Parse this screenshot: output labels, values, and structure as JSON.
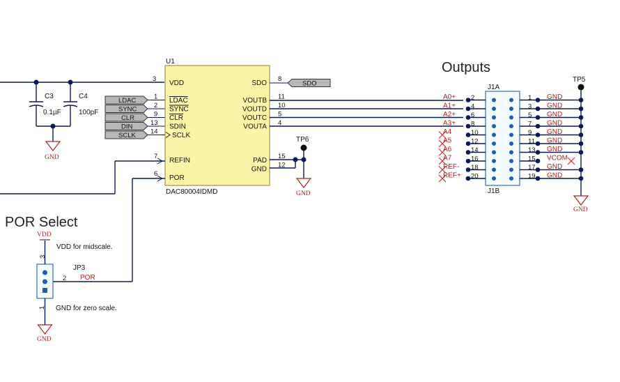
{
  "titles": {
    "outputs": "Outputs",
    "por_select": "POR Select"
  },
  "u1": {
    "refdes": "U1",
    "part": "DAC80004IDMD",
    "left_pins": [
      {
        "num": "3",
        "name": "VDD"
      },
      {
        "num": "1",
        "name": "LDAC"
      },
      {
        "num": "2",
        "name": "SYNC"
      },
      {
        "num": "9",
        "name": "CLR"
      },
      {
        "num": "13",
        "name": "SDIN"
      },
      {
        "num": "14",
        "name": "SCLK"
      },
      {
        "num": "7",
        "name": "REFIN"
      },
      {
        "num": "6",
        "name": "POR"
      }
    ],
    "right_pins": [
      {
        "num": "8",
        "name": "SDO"
      },
      {
        "num": "11",
        "name": "VOUTB"
      },
      {
        "num": "10",
        "name": "VOUTD"
      },
      {
        "num": "5",
        "name": "VOUTC"
      },
      {
        "num": "4",
        "name": "VOUTA"
      },
      {
        "num": "15",
        "name": "PAD"
      },
      {
        "num": "12",
        "name": "GND"
      }
    ]
  },
  "caps": [
    {
      "refdes": "C3",
      "value": "0.1µF"
    },
    {
      "refdes": "C4",
      "value": "100pF"
    }
  ],
  "input_ports": [
    "LDAC",
    "SYNC",
    "CLR",
    "DIN",
    "SCLK"
  ],
  "sdo_port": "SDO",
  "tp6": "TP6",
  "tp5": "TP5",
  "gnd_label": "GND",
  "j1": {
    "top_label": "J1A",
    "bottom_label": "J1B",
    "left_pins": [
      "2",
      "4",
      "6",
      "8",
      "10",
      "12",
      "14",
      "16",
      "18",
      "20"
    ],
    "left_nets": [
      "A0+",
      "A1+",
      "A2+",
      "A3+",
      "A4",
      "A5",
      "A6",
      "A7",
      "REF-",
      "REF+"
    ],
    "right_pins": [
      "1",
      "3",
      "5",
      "7",
      "9",
      "11",
      "13",
      "15",
      "17",
      "19"
    ],
    "right_nets": [
      "GND",
      "GND",
      "GND",
      "GND",
      "GND",
      "GND",
      "GND",
      "VCOM",
      "GND",
      "GND"
    ]
  },
  "jp3": {
    "refdes": "JP3",
    "top_net": "VDD",
    "pin3": "3",
    "pin2": "2",
    "pin1": "1",
    "net": "POR",
    "note_top": "VDD for midscale.",
    "note_bottom": "GND for zero scale."
  }
}
